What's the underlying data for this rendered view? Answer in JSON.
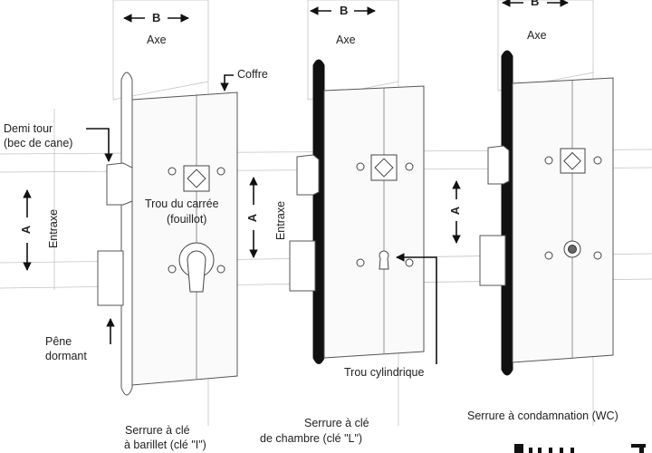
{
  "labels": {
    "dim_b": "B",
    "dim_a": "A",
    "axe": "Axe",
    "entraxe": "Entraxe",
    "coffre": "Coffre",
    "demi_tour_1": "Demi tour",
    "demi_tour_2": "(bec de cane)",
    "trou_carre_1": "Trou du carrée",
    "trou_carre_2": "(fouillot)",
    "pene_1": "Pêne",
    "pene_2": "dormant",
    "trou_cylindrique": "Trou cylindrique"
  },
  "captions": {
    "lock1_line1": "Serrure à clé",
    "lock1_line2": "à barillet (clé \"I\")",
    "lock2_line1": "Serrure à clé",
    "lock2_line2": "de chambre (clé \"L\")",
    "lock3_line1": "Serrure à condamnation (WC)"
  },
  "colors": {
    "outline": "#555555",
    "guide": "#bbbbbb",
    "dark": "#111111",
    "body": "#fafafa"
  }
}
